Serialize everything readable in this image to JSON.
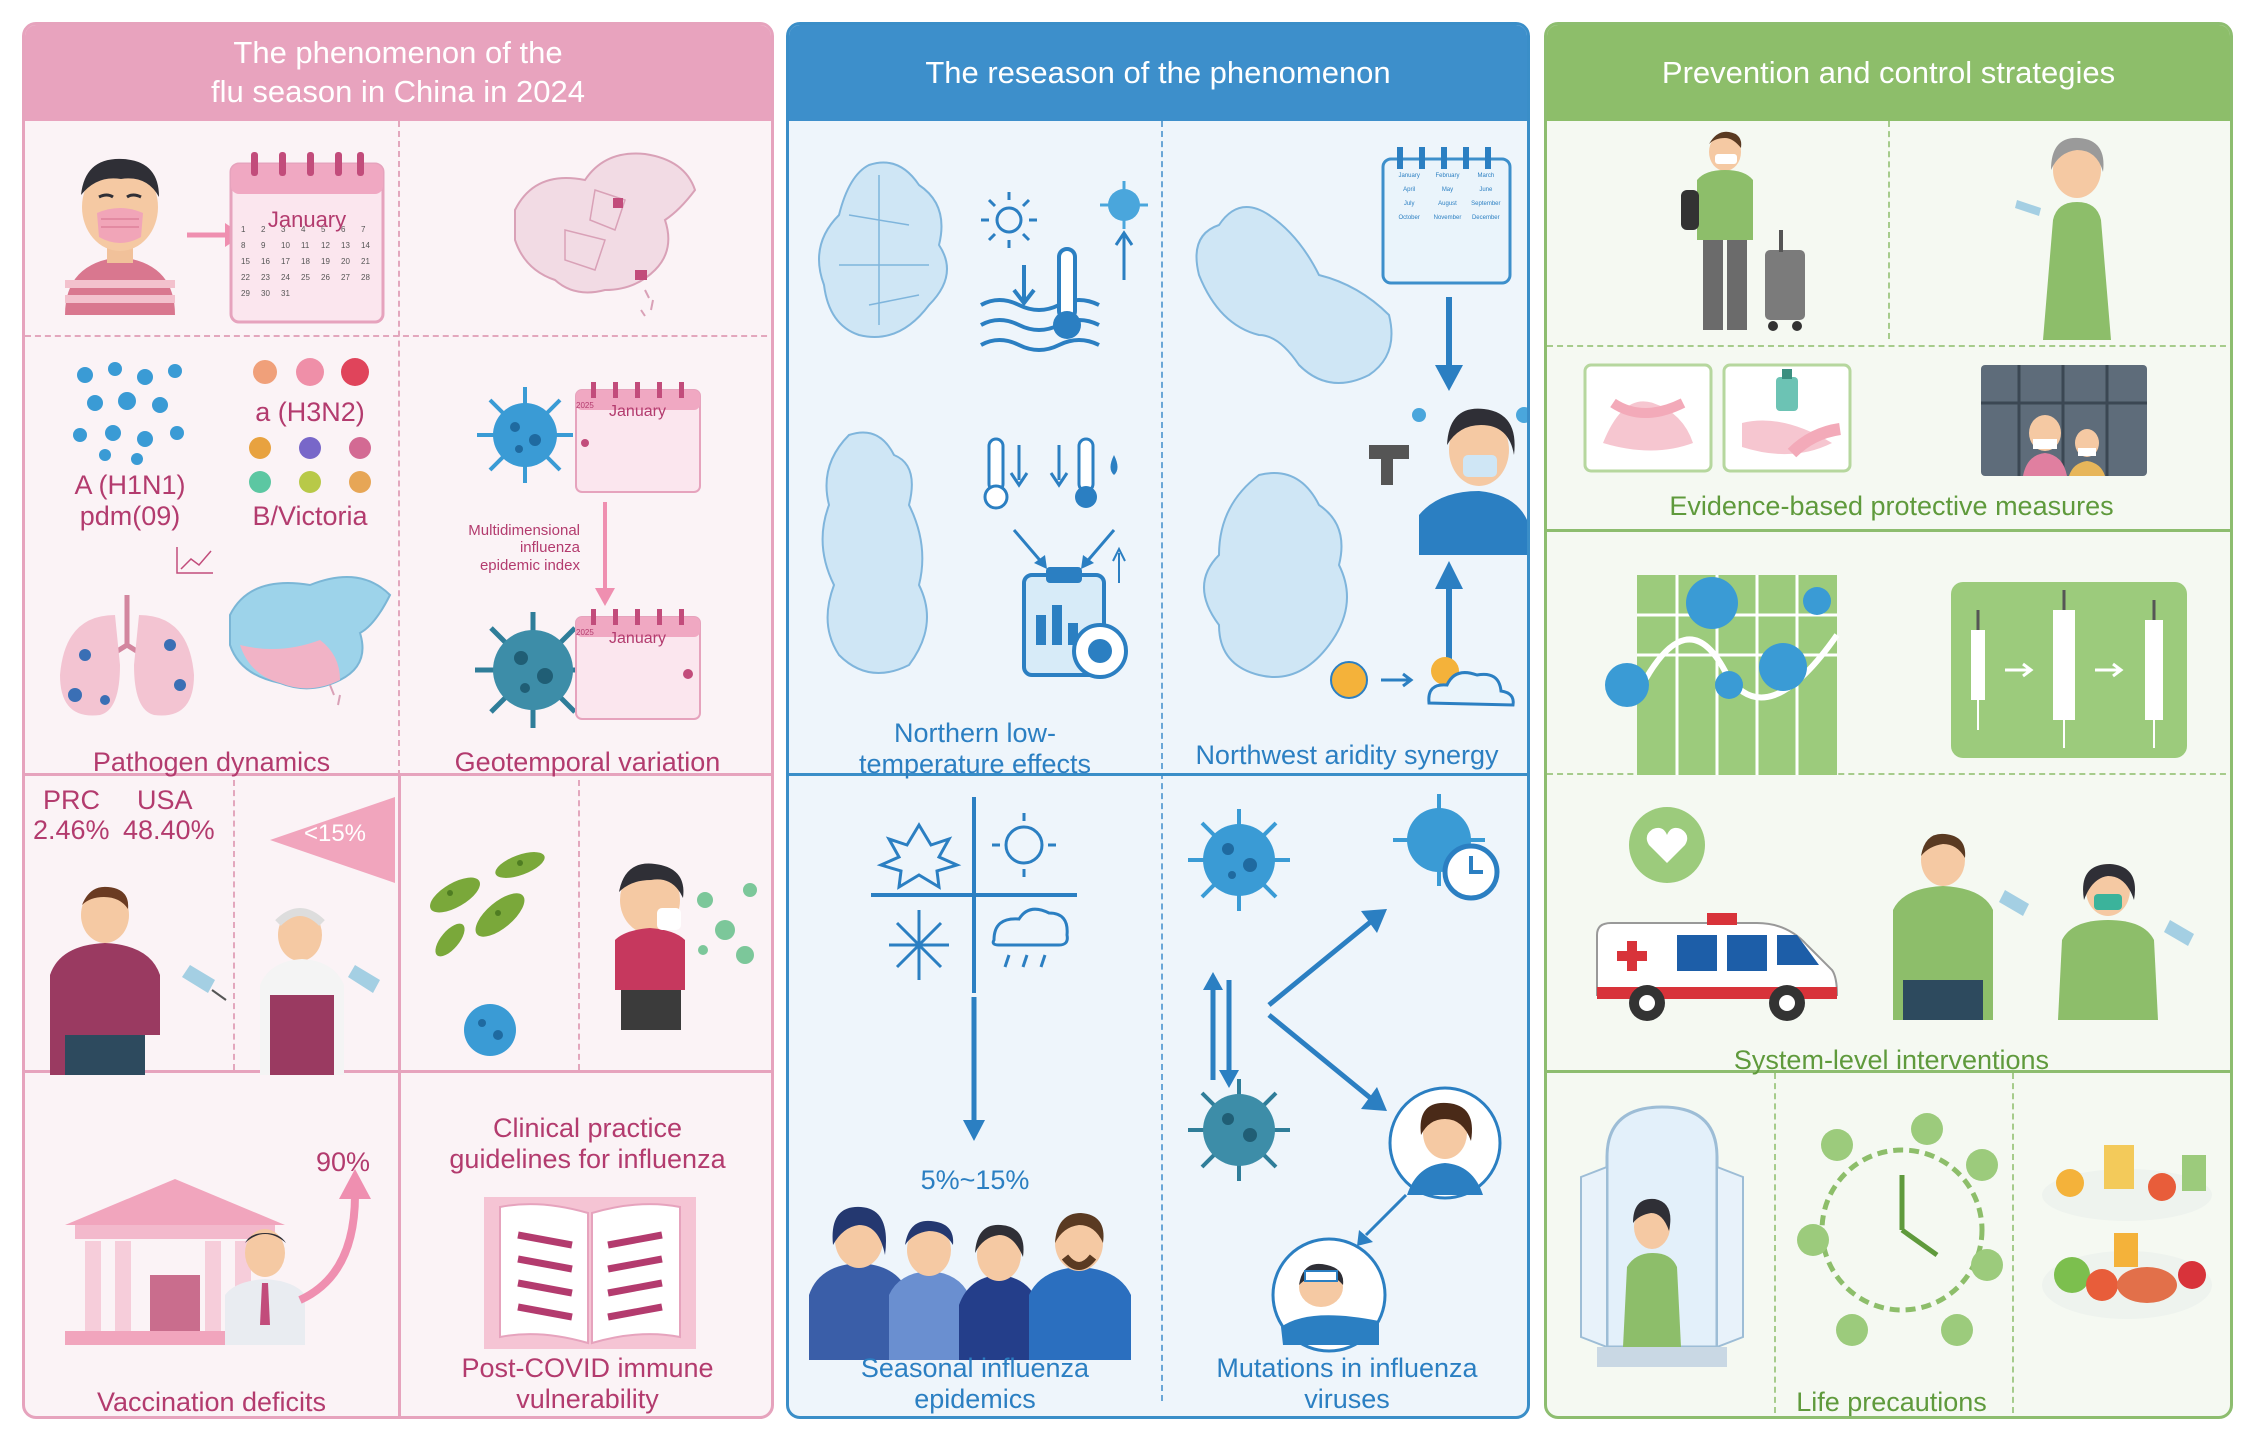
{
  "left": {
    "header": "The phenomenon of the\nflu season in China in 2024",
    "calendar_month": "January",
    "strains": {
      "h1n1": "A (H1N1)\npdm(09)",
      "h3n2": "a (H3N2)",
      "bvic": "B/Victoria"
    },
    "mini_calendar_month_1": "January",
    "mini_calendar_month_2": "January",
    "mini_calendar_year": "2025",
    "index_label": "Multidimensional\ninfluenza\nepidemic index",
    "pathogen_label": "Pathogen dynamics",
    "geo_label": "Geotemporal variation",
    "prc_label": "PRC",
    "prc_value": "2.46%",
    "usa_label": "USA",
    "usa_value": "48.40%",
    "lt15": "<15%",
    "pct90": "90%",
    "guidelines_title": "Clinical practice\nguidelines for influenza",
    "vacc_label": "Vaccination deficits",
    "postcovid_label": "Post-COVID immune\nvulnerability"
  },
  "mid": {
    "header": "The reseason of the phenomenon",
    "northern_label": "Northern low-\ntemperature effects",
    "northwest_label": "Northwest aridity synergy",
    "pct_range": "5%~15%",
    "seasonal_label": "Seasonal influenza\nepidemics",
    "mutation_label": "Mutations in influenza\nviruses",
    "cal_months": [
      "January",
      "February",
      "March",
      "April",
      "May",
      "June",
      "July",
      "August",
      "September",
      "October",
      "November",
      "December"
    ]
  },
  "right": {
    "header": "Prevention and control strategies",
    "evidence_label": "Evidence-based protective measures",
    "system_label": "System-level interventions",
    "life_label": "Life precautions"
  },
  "colors": {
    "pink_accent": "#e8a3be",
    "pink_text": "#b33b6e",
    "blue_accent": "#3d8fcb",
    "blue_text": "#2b7fc2",
    "green_accent": "#8dbe6a",
    "green_text": "#5f9a3c"
  }
}
